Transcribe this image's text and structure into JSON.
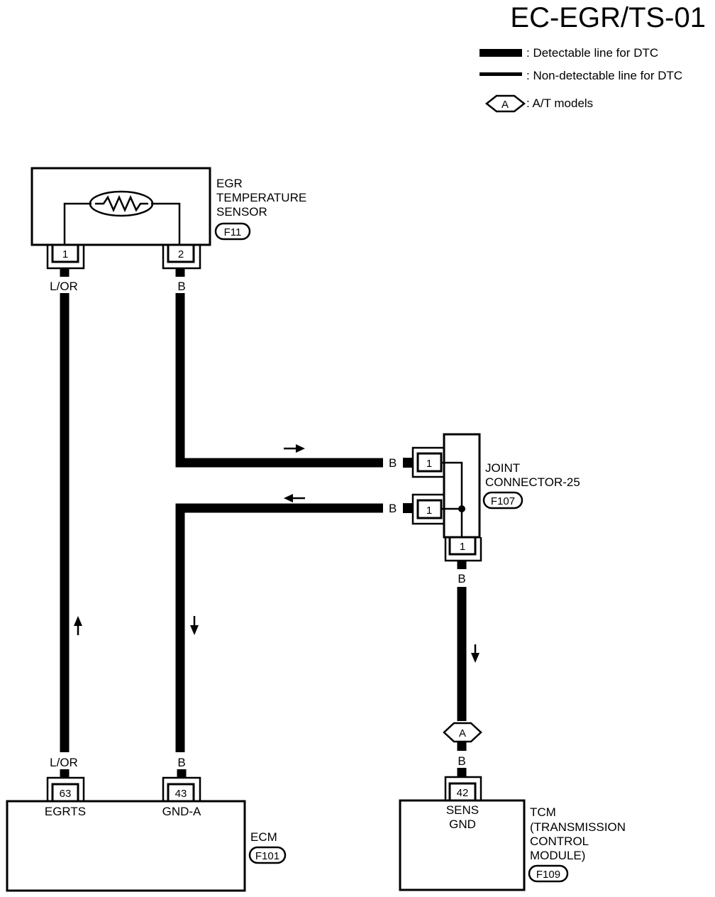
{
  "page_code": "EC-EGR/TS-01",
  "legend": {
    "detectable": ": Detectable line for DTC",
    "non_detectable": ": Non-detectable line for DTC",
    "at_symbol": "A",
    "at_models": ": A/T models"
  },
  "egr_sensor": {
    "name_lines": [
      "EGR",
      "TEMPERATURE",
      "SENSOR"
    ],
    "connector": "F11",
    "pin1": "1",
    "pin2": "2",
    "wire1_color": "L/OR",
    "wire2_color": "B"
  },
  "joint_connector": {
    "name_lines": [
      "JOINT",
      "CONNECTOR-25"
    ],
    "connector": "F107",
    "pin_top": "1",
    "pin_mid": "1",
    "pin_bottom": "1",
    "wire_top_color": "B",
    "wire_mid_color": "B",
    "wire_bottom_color": "B"
  },
  "at_marker": "A",
  "ecm": {
    "name": "ECM",
    "connector": "F101",
    "pin63": "63",
    "pin43": "43",
    "pin63_label": "EGRTS",
    "pin43_label": "GND-A",
    "wire63_color": "L/OR",
    "wire43_color": "B"
  },
  "tcm": {
    "name_lines": [
      "TCM",
      "(TRANSMISSION",
      "CONTROL",
      "MODULE)"
    ],
    "connector": "F109",
    "pin42": "42",
    "pin42_label_lines": [
      "SENS",
      "GND"
    ],
    "wire42_color": "B"
  },
  "colors": {
    "line": "#000000",
    "background": "#ffffff"
  }
}
